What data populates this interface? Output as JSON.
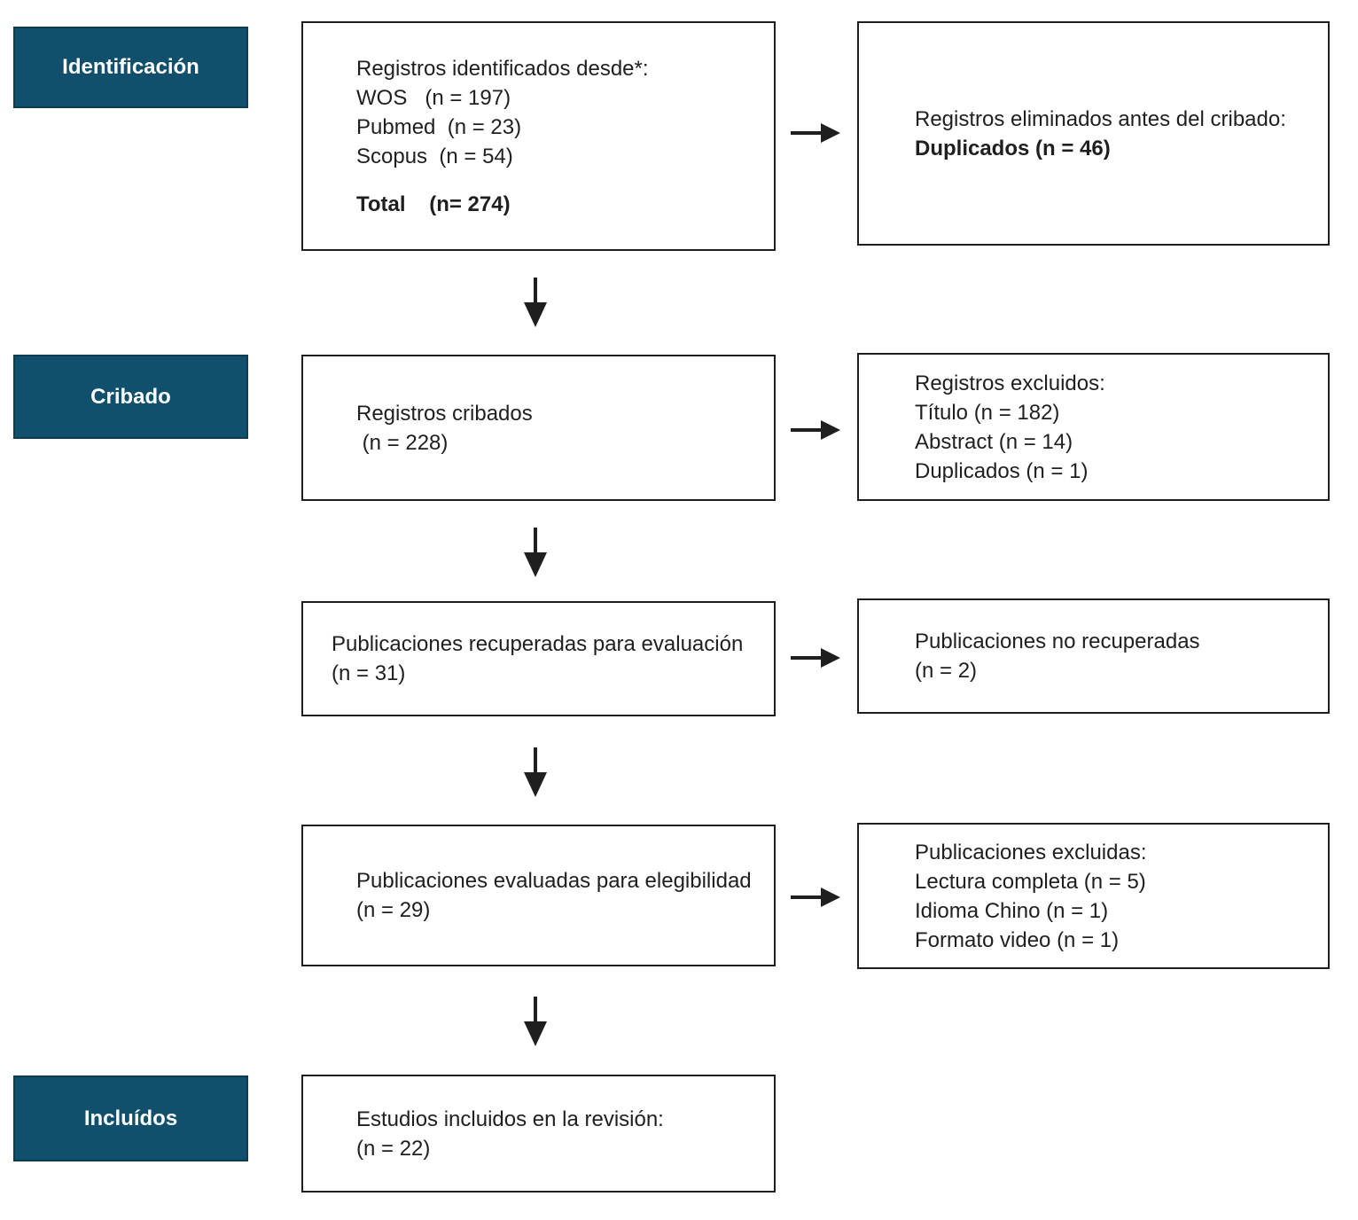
{
  "palette": {
    "stage_bg": "#10506c",
    "stage_border": "#0b3c52",
    "stage_text": "#ffffff",
    "box_border": "#1f1f1f",
    "text": "#1f1f1f",
    "background": "#ffffff",
    "arrow": "#1f1f1f"
  },
  "stages": {
    "identification": "Identificación",
    "screening": "Cribado",
    "included": "Incluídos"
  },
  "boxes": {
    "identified": {
      "title": "Registros identificados desde*:",
      "wos": "WOS   (n = 197)",
      "pubmed": "Pubmed  (n = 23)",
      "scopus": "Scopus  (n = 54)",
      "total": "Total    (n= 274)"
    },
    "removed_before_screening": {
      "line1": "Registros eliminados antes del cribado:",
      "line2": "Duplicados (n = 46)"
    },
    "screened": {
      "line1": "Registros cribados",
      "line2": " (n = 228)"
    },
    "records_excluded": {
      "line1": "Registros excluidos:",
      "line2": "Título (n = 182)",
      "line3": "Abstract (n = 14)",
      "line4": "Duplicados (n = 1)"
    },
    "retrieved": {
      "line1": "Publicaciones recuperadas para evaluación",
      "line2": "(n = 31)"
    },
    "not_retrieved": {
      "line1": "Publicaciones no recuperadas",
      "line2": "(n = 2)"
    },
    "assessed": {
      "line1": "Publicaciones evaluadas para elegibilidad",
      "line2": "(n = 29)"
    },
    "publications_excluded": {
      "line1": "Publicaciones excluidas:",
      "line2": "Lectura completa (n = 5)",
      "line3": "Idioma Chino (n = 1)",
      "line4": "Formato video (n = 1)"
    },
    "included_studies": {
      "line1": "Estudios incluidos en la revisión:",
      "line2": "(n = 22)"
    }
  }
}
